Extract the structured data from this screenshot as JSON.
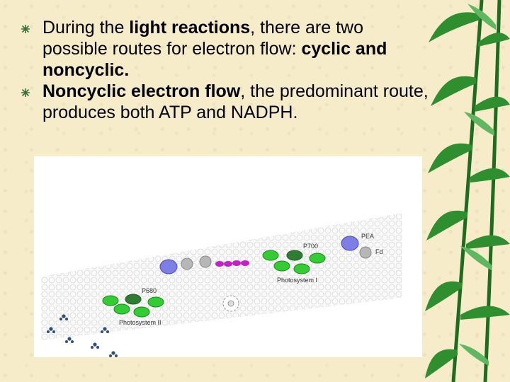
{
  "bullets": [
    {
      "parts": [
        {
          "text": "During the ",
          "bold": false
        },
        {
          "text": "light reactions",
          "bold": true
        },
        {
          "text": ", there are two possible routes for electron flow: ",
          "bold": false
        },
        {
          "text": "cyclic and noncyclic.",
          "bold": true
        }
      ]
    },
    {
      "parts": [
        {
          "text": "Noncyclic electron flow",
          "bold": true
        },
        {
          "text": ", the predominant route, produces both ATP and NADPH.",
          "bold": false
        }
      ]
    }
  ],
  "figure": {
    "labels": {
      "pea": "PEA",
      "fd": "Fd",
      "p700": "P700",
      "photosystem_i": "Photosystem I",
      "p680": "P680",
      "photosystem_ii": "Photosystem II"
    }
  },
  "colors": {
    "background": "#f6ecca",
    "green_light": "#33cc33",
    "green_dark": "#2e7d32",
    "blue_protein": "#7d7ee6",
    "grey_protein": "#b7b7b7",
    "magenta": "#c81ec8",
    "dark_blue": "#2d4f7a"
  }
}
